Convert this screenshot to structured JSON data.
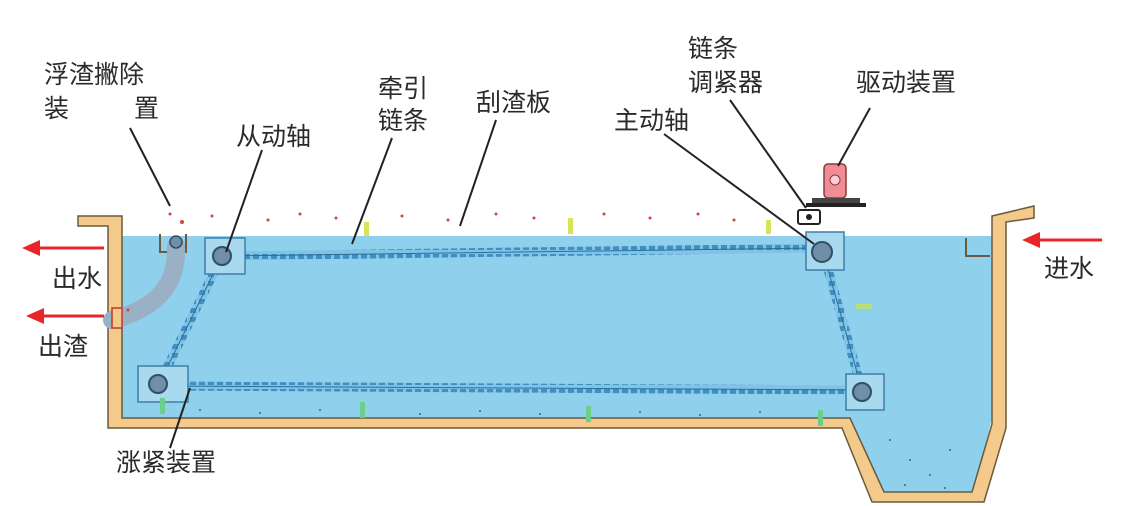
{
  "labels": {
    "scum_removal_line1": "浮渣撇除",
    "scum_removal_line2a": "装",
    "scum_removal_line2b": "置",
    "driven_shaft": "从动轴",
    "traction_chain_line1": "牵引",
    "traction_chain_line2": "链条",
    "scraper_plate": "刮渣板",
    "chain_tensioner_line1": "链条",
    "chain_tensioner_line2": "调紧器",
    "drive_device": "驱动装置",
    "drive_shaft": "主动轴",
    "water_outlet": "出水",
    "scum_outlet": "出渣",
    "water_inlet": "进水",
    "tensioning_device": "涨紧装置"
  },
  "colors": {
    "water": "#8fd0ec",
    "tank_wall": "#f3c98c",
    "tank_outline": "#6b5a3c",
    "chain": "#3f8fc0",
    "arrow": "#e8262a",
    "scraper": "#c8d84a",
    "drive_motor": "#f08c94"
  },
  "icons": {
    "outlet_arrow": "arrow-left-icon",
    "inlet_arrow": "arrow-left-icon"
  }
}
